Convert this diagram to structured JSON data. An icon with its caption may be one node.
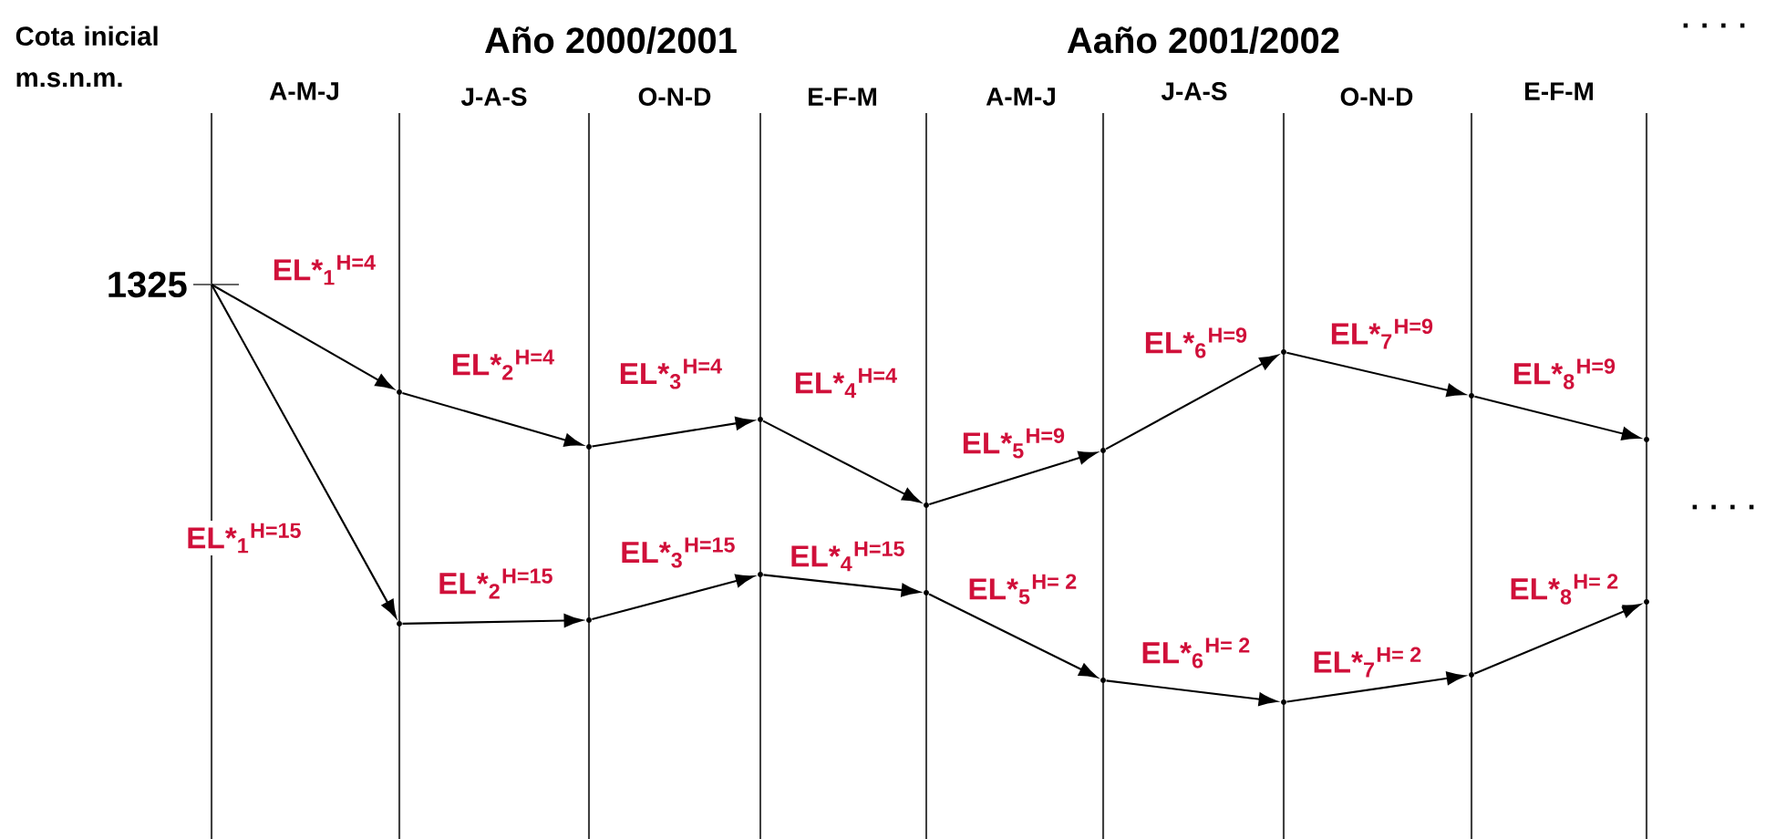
{
  "diagram": {
    "nodes": [
      {
        "text": [
          "1325"
        ]
      },
      {
        "text": [],
        "shape": "point"
      },
      {
        "text": [],
        "shape": "point"
      },
      {
        "text": [],
        "shape": "point"
      },
      {
        "text": [],
        "shape": "point"
      },
      {
        "text": [],
        "shape": "point"
      },
      {
        "text": [],
        "shape": "point"
      },
      {
        "text": [],
        "shape": "point"
      },
      {
        "text": [],
        "shape": "point"
      },
      {
        "text": [],
        "shape": "point"
      },
      {
        "text": [],
        "shape": "point"
      },
      {
        "text": [],
        "shape": "point"
      },
      {
        "text": [],
        "shape": "point"
      },
      {
        "text": [],
        "shape": "point"
      },
      {
        "text": [],
        "shape": "point"
      },
      {
        "text": [],
        "shape": "point"
      },
      {
        "text": [],
        "shape": "point"
      }
    ],
    "edges": [
      {
        "from": 0,
        "to": 1,
        "arrow": "to",
        "label": "EL*$_{1}$$^{H=4}$"
      },
      {
        "from": 1,
        "to": 2,
        "arrow": "to",
        "label": "EL*$_{2}$$^{H=4}$"
      },
      {
        "from": 2,
        "to": 3,
        "arrow": "to",
        "label": "EL*$_{3}$$^{H=4}$"
      },
      {
        "from": 3,
        "to": 4,
        "arrow": "to",
        "label": "EL*$_{4}$$^{H=4}$"
      },
      {
        "from": 4,
        "to": 5,
        "arrow": "to",
        "label": "EL*$_{5}$$^{H=9}$"
      },
      {
        "from": 5,
        "to": 6,
        "arrow": "to",
        "label": "EL*$_{6}$$^{H=9}$"
      },
      {
        "from": 6,
        "to": 7,
        "arrow": "to",
        "label": "EL*$_{7}$$^{H=9}$"
      },
      {
        "from": 7,
        "to": 8,
        "arrow": "to",
        "label": "EL*$_{8}$$^{H=9}$"
      },
      {
        "from": 0,
        "to": 9,
        "arrow": "to",
        "label": "EL*$_{1}$$^{H=15}$"
      },
      {
        "from": 9,
        "to": 10,
        "arrow": "to",
        "label": "EL*$_{2}$$^{H=15}$"
      },
      {
        "from": 10,
        "to": 11,
        "arrow": "to",
        "label": "EL*$_{3}$$^{H=15}$"
      },
      {
        "from": 11,
        "to": 12,
        "arrow": "to",
        "label": "EL*$_{4}$$^{H=15}$"
      },
      {
        "from": 12,
        "to": 13,
        "arrow": "to",
        "label": "EL*$_{5}$$^{H= 2}$"
      },
      {
        "from": 13,
        "to": 14,
        "arrow": "to",
        "label": "EL*$_{6}$$^{H= 2}$"
      },
      {
        "from": 14,
        "to": 15,
        "arrow": "to",
        "label": "EL*$_{7}$$^{H= 2}$"
      },
      {
        "from": 15,
        "to": 16,
        "arrow": "to",
        "label": "EL*$_{8}$$^{H= 2}$"
      }
    ],
    "labels": [
      "Cota inicial m.s.n.m.",
      "Año 2000/2001",
      "Aaño 2001/2002",
      ". . . .",
      "A-M-J",
      "J-A-S",
      "O-N-D",
      "E-F-M",
      "A-M-J",
      "J-A-S",
      "O-N-D",
      "E-F-M",
      ". . . ."
    ]
  }
}
